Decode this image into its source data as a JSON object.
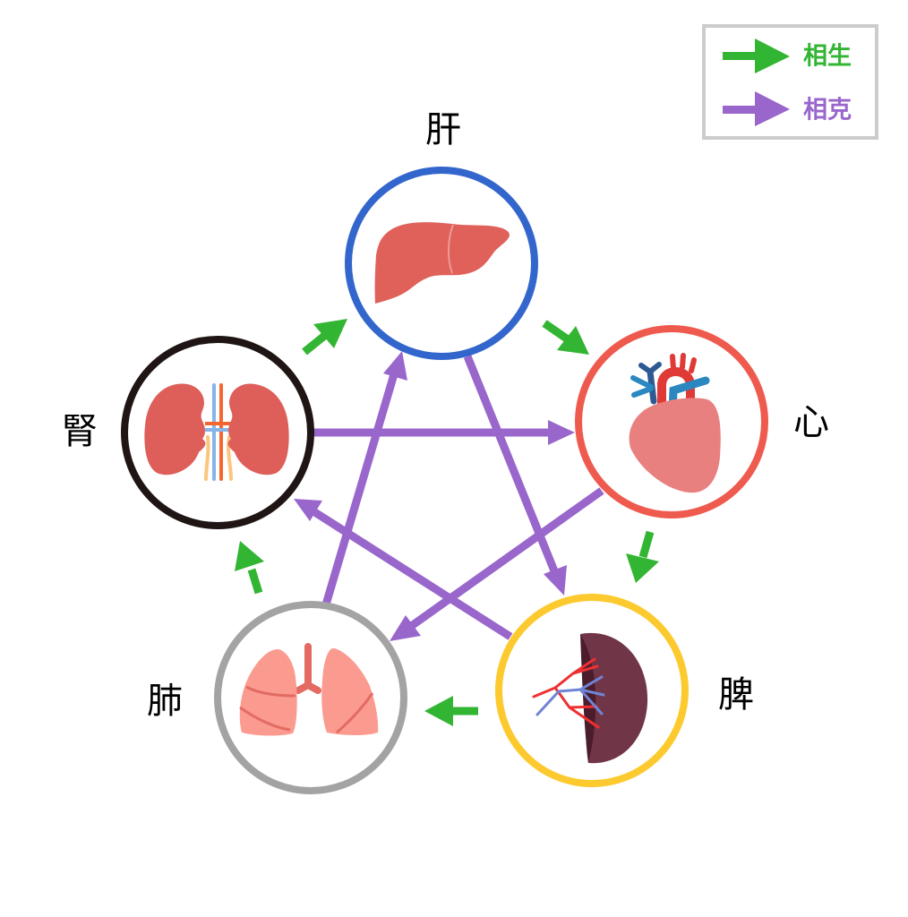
{
  "legend": {
    "items": [
      {
        "label": "相生",
        "color": "#33b534",
        "relation": "generating"
      },
      {
        "label": "相克",
        "color": "#9966cc",
        "relation": "controlling"
      }
    ],
    "border_color": "#cccccc"
  },
  "organs": {
    "liver": {
      "label": "肝",
      "ring_color": "#3366cc",
      "icon": "liver-icon"
    },
    "heart": {
      "label": "心",
      "ring_color": "#ef5a4e",
      "icon": "heart-icon"
    },
    "spleen": {
      "label": "脾",
      "ring_color": "#fcca2e",
      "icon": "spleen-icon"
    },
    "lung": {
      "label": "肺",
      "ring_color": "#a3a3a3",
      "icon": "lung-icon"
    },
    "kidney": {
      "label": "腎",
      "ring_color": "#1f1514",
      "icon": "kidney-icon"
    }
  },
  "generating_cycle": [
    {
      "from": "kidney",
      "to": "liver"
    },
    {
      "from": "liver",
      "to": "heart"
    },
    {
      "from": "heart",
      "to": "spleen"
    },
    {
      "from": "spleen",
      "to": "lung"
    },
    {
      "from": "lung",
      "to": "kidney"
    }
  ],
  "controlling_cycle": [
    {
      "from": "kidney",
      "to": "heart"
    },
    {
      "from": "heart",
      "to": "lung"
    },
    {
      "from": "lung",
      "to": "liver"
    },
    {
      "from": "liver",
      "to": "spleen"
    },
    {
      "from": "spleen",
      "to": "kidney"
    }
  ]
}
